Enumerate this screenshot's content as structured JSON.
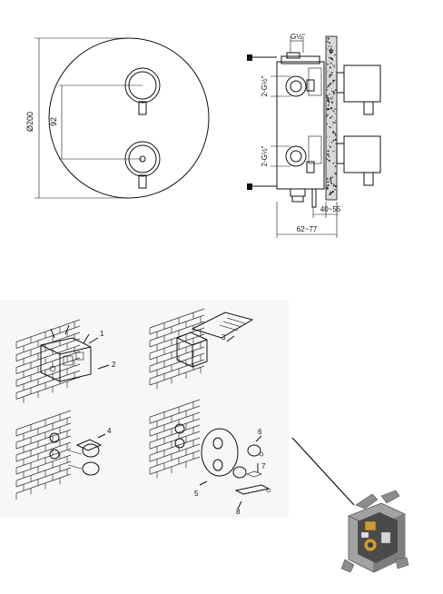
{
  "top_front": {
    "diameter_label": "Ø200",
    "spacing_label": "92"
  },
  "top_side": {
    "thread_top_label": "G½\"",
    "thread_upper_label": "2-G½\"",
    "thread_lower_label": "2-G½\"",
    "depth_inner_label": "40~55",
    "depth_outer_label": "62~77"
  },
  "steps": {
    "step1": "1",
    "step2": "2",
    "step3": "3",
    "step4": "4",
    "step5": "5",
    "step6": "6",
    "step7": "7",
    "step8": "8"
  },
  "colors": {
    "line": "#111111",
    "box_metal": "#9a9a9a",
    "box_dark": "#4a4a4a",
    "brass": "#c89a3c"
  }
}
